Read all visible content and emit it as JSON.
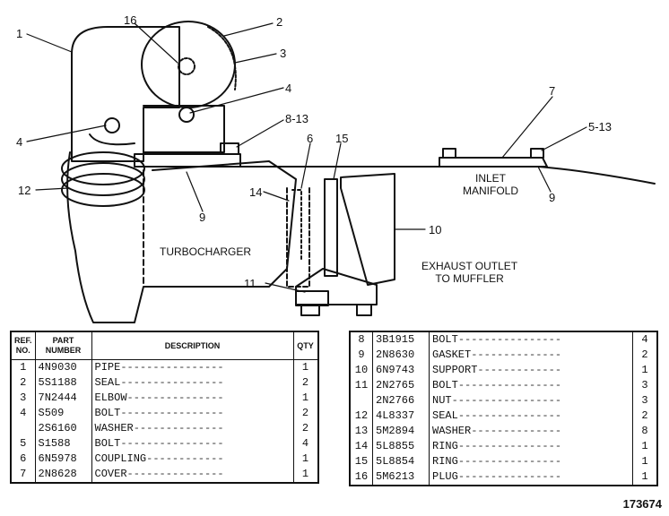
{
  "figure_number": "173674",
  "callouts": [
    {
      "id": "c1",
      "text": "1"
    },
    {
      "id": "c16",
      "text": "16"
    },
    {
      "id": "c2",
      "text": "2"
    },
    {
      "id": "c3",
      "text": "3"
    },
    {
      "id": "c4a",
      "text": "4"
    },
    {
      "id": "c4b",
      "text": "4"
    },
    {
      "id": "c8_13",
      "text": "8-13"
    },
    {
      "id": "c6",
      "text": "6"
    },
    {
      "id": "c15",
      "text": "15"
    },
    {
      "id": "c7",
      "text": "7"
    },
    {
      "id": "c5_13",
      "text": "5-13"
    },
    {
      "id": "c12",
      "text": "12"
    },
    {
      "id": "c14",
      "text": "14"
    },
    {
      "id": "c9a",
      "text": "9"
    },
    {
      "id": "c9b",
      "text": "9"
    },
    {
      "id": "c10",
      "text": "10"
    },
    {
      "id": "c11",
      "text": "11"
    }
  ],
  "captions": {
    "turbocharger": "TURBOCHARGER",
    "inlet_manifold_1": "INLET",
    "inlet_manifold_2": "MANIFOLD",
    "exhaust_1": "EXHAUST OUTLET",
    "exhaust_2": "TO MUFFLER"
  },
  "table_headers": {
    "ref": [
      "REF.",
      "NO."
    ],
    "part": [
      "PART",
      "NUMBER"
    ],
    "description": "DESCRIPTION",
    "qty": "QTY"
  },
  "parts_left": [
    {
      "ref": "1",
      "part": "4N9030",
      "desc": "PIPE",
      "qty": "1"
    },
    {
      "ref": "2",
      "part": "5S1188",
      "desc": "SEAL",
      "qty": "2"
    },
    {
      "ref": "3",
      "part": "7N2444",
      "desc": "ELBOW",
      "qty": "1"
    },
    {
      "ref": "4",
      "part": "S509",
      "desc": "BOLT",
      "qty": "2"
    },
    {
      "ref": "",
      "part": "2S6160",
      "desc": "WASHER",
      "qty": "2"
    },
    {
      "ref": "5",
      "part": "S1588",
      "desc": "BOLT",
      "qty": "4"
    },
    {
      "ref": "6",
      "part": "6N5978",
      "desc": "COUPLING",
      "qty": "1"
    },
    {
      "ref": "7",
      "part": "2N8628",
      "desc": "COVER",
      "qty": "1"
    }
  ],
  "parts_right": [
    {
      "ref": "8",
      "part": "3B1915",
      "desc": "BOLT",
      "qty": "4"
    },
    {
      "ref": "9",
      "part": "2N8630",
      "desc": "GASKET",
      "qty": "2"
    },
    {
      "ref": "10",
      "part": "6N9743",
      "desc": "SUPPORT",
      "qty": "1"
    },
    {
      "ref": "11",
      "part": "2N2765",
      "desc": "BOLT",
      "qty": "3"
    },
    {
      "ref": "",
      "part": "2N2766",
      "desc": "NUT",
      "qty": "3"
    },
    {
      "ref": "12",
      "part": "4L8337",
      "desc": "SEAL",
      "qty": "2"
    },
    {
      "ref": "13",
      "part": "5M2894",
      "desc": "WASHER",
      "qty": "8"
    },
    {
      "ref": "14",
      "part": "5L8855",
      "desc": "RING",
      "qty": "1"
    },
    {
      "ref": "15",
      "part": "5L8854",
      "desc": "RING",
      "qty": "1"
    },
    {
      "ref": "16",
      "part": "5M6213",
      "desc": "PLUG",
      "qty": "1"
    }
  ]
}
